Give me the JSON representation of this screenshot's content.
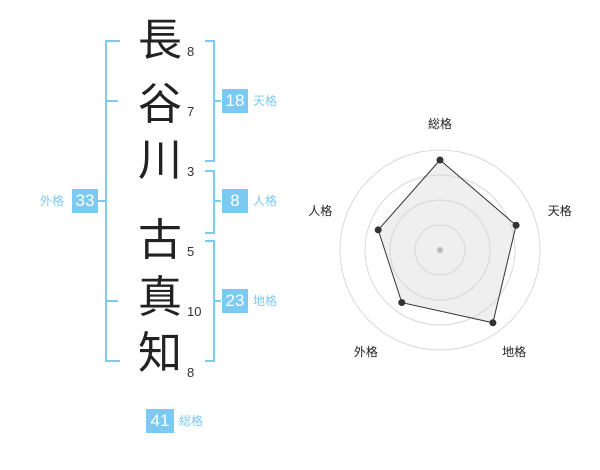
{
  "name": {
    "characters": [
      {
        "char": "長",
        "strokes": "8"
      },
      {
        "char": "谷",
        "strokes": "7"
      },
      {
        "char": "川",
        "strokes": "3"
      },
      {
        "char": "古",
        "strokes": "5"
      },
      {
        "char": "真",
        "strokes": "10"
      },
      {
        "char": "知",
        "strokes": "8"
      }
    ]
  },
  "fortunes": {
    "tenkaku": {
      "value": "18",
      "label": "天格"
    },
    "jinkaku": {
      "value": "8",
      "label": "人格"
    },
    "chikaku": {
      "value": "23",
      "label": "地格"
    },
    "gaikaku": {
      "value": "33",
      "label": "外格"
    },
    "soukaku": {
      "value": "41",
      "label": "総格"
    }
  },
  "colors": {
    "accent": "#7ccaf2"
  },
  "chart_data": {
    "type": "radar",
    "axes": [
      "総格",
      "天格",
      "地格",
      "外格",
      "人格"
    ],
    "values": [
      0.9,
      0.8,
      0.9,
      0.65,
      0.65
    ],
    "range": [
      0,
      1
    ],
    "grid_rings": 4
  }
}
